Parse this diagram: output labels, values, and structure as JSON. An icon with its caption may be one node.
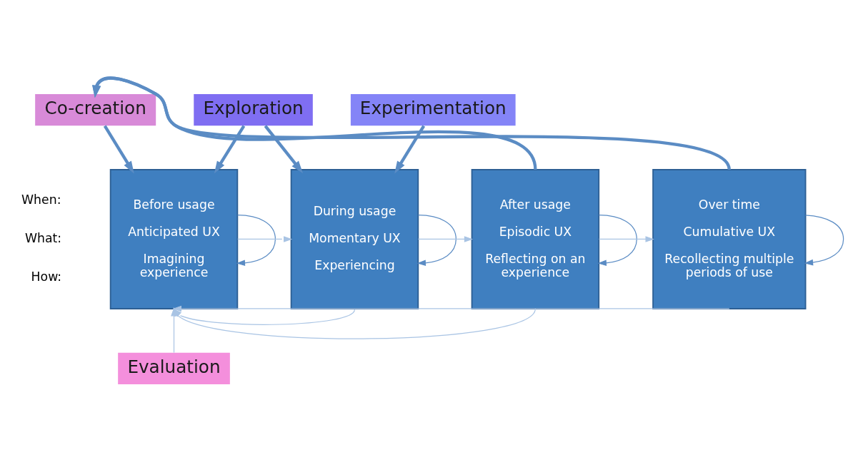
{
  "diagram": {
    "nodes": [
      {
        "text": [
          "Co-creation"
        ]
      },
      {
        "text": [
          "Exploration"
        ]
      },
      {
        "text": [
          "Experimentation"
        ]
      },
      {
        "text": [
          "Before usage",
          "Anticipated UX",
          "Imagining experience"
        ]
      },
      {
        "text": [
          "During usage",
          "Momentary UX",
          "Experiencing"
        ]
      },
      {
        "text": [
          "After usage",
          "Episodic UX",
          "Reflecting on an experience"
        ]
      },
      {
        "text": [
          "Over time",
          "Cumulative UX",
          "Recollecting multiple periods of use"
        ]
      },
      {
        "text": [
          "Evaluation"
        ]
      }
    ],
    "edges": [
      {
        "from": 0,
        "to": 3,
        "arrow": "to",
        "color": "#5b8cc4",
        "style": "thick"
      },
      {
        "from": 1,
        "to": 3,
        "arrow": "to",
        "color": "#5b8cc4",
        "style": "thick"
      },
      {
        "from": 1,
        "to": 4,
        "arrow": "to",
        "color": "#5b8cc4",
        "style": "thick"
      },
      {
        "from": 2,
        "to": 4,
        "arrow": "to",
        "color": "#5b8cc4",
        "style": "thick"
      },
      {
        "from": 3,
        "to": 4,
        "arrow": "to"
      },
      {
        "from": 4,
        "to": 5,
        "arrow": "to"
      },
      {
        "from": 5,
        "to": 6,
        "arrow": "to"
      },
      {
        "from": 5,
        "to": 0,
        "arrow": "to",
        "color": "#5b8cc4",
        "style": "thick"
      },
      {
        "from": 6,
        "to": 0,
        "arrow": "to",
        "color": "#5b8cc4",
        "style": "thick"
      },
      {
        "from": 3,
        "to": 3,
        "arrow": "to",
        "color": "#5b8cc4"
      },
      {
        "from": 4,
        "to": 4,
        "arrow": "to",
        "color": "#5b8cc4"
      },
      {
        "from": 5,
        "to": 5,
        "arrow": "to",
        "color": "#5b8cc4"
      },
      {
        "from": 6,
        "to": 6,
        "arrow": "to",
        "color": "#5b8cc4"
      },
      {
        "from": 4,
        "to": 3,
        "arrow": "to"
      },
      {
        "from": 5,
        "to": 3,
        "arrow": "to"
      },
      {
        "from": 6,
        "to": 3,
        "arrow": "to"
      },
      {
        "from": 7,
        "to": 3,
        "arrow": "to"
      }
    ],
    "labels": [
      "When:",
      "What:",
      "How:"
    ]
  }
}
